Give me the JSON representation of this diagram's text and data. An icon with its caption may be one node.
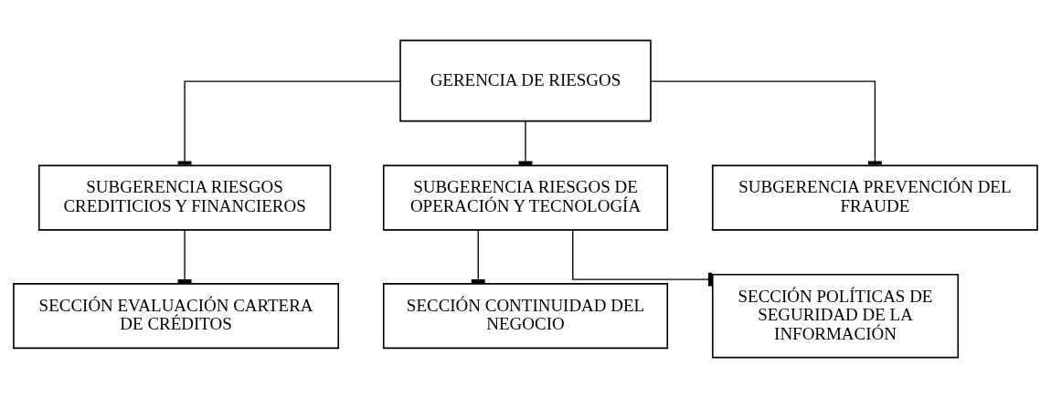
{
  "diagram": {
    "nodes": [
      {
        "text": [
          "GERENCIA DE RIESGOS"
        ]
      },
      {
        "text": [
          "SUBGERENCIA RIESGOS CREDITICIOS Y FINANCIEROS"
        ]
      },
      {
        "text": [
          "SUBGERENCIA RIESGOS DE OPERACIÓN Y TECNOLOGÍA"
        ]
      },
      {
        "text": [
          "SUBGERENCIA PREVENCIÓN DEL FRAUDE"
        ]
      },
      {
        "text": [
          "SECCIÓN EVALUACIÓN CARTERA DE CRÉDITOS"
        ]
      },
      {
        "text": [
          "SECCIÓN CONTINUIDAD DEL NEGOCIO"
        ]
      },
      {
        "text": [
          "SECCIÓN POLÍTICAS DE SEGURIDAD DE LA INFORMACIÓN"
        ]
      }
    ],
    "edges": [
      {
        "from": 0,
        "to": 1,
        "arrow": "other"
      },
      {
        "from": 0,
        "to": 2,
        "arrow": "other"
      },
      {
        "from": 0,
        "to": 3,
        "arrow": "other"
      },
      {
        "from": 1,
        "to": 4,
        "arrow": "other"
      },
      {
        "from": 2,
        "to": 5,
        "arrow": "other"
      },
      {
        "from": 2,
        "to": 6,
        "arrow": "other"
      }
    ]
  }
}
